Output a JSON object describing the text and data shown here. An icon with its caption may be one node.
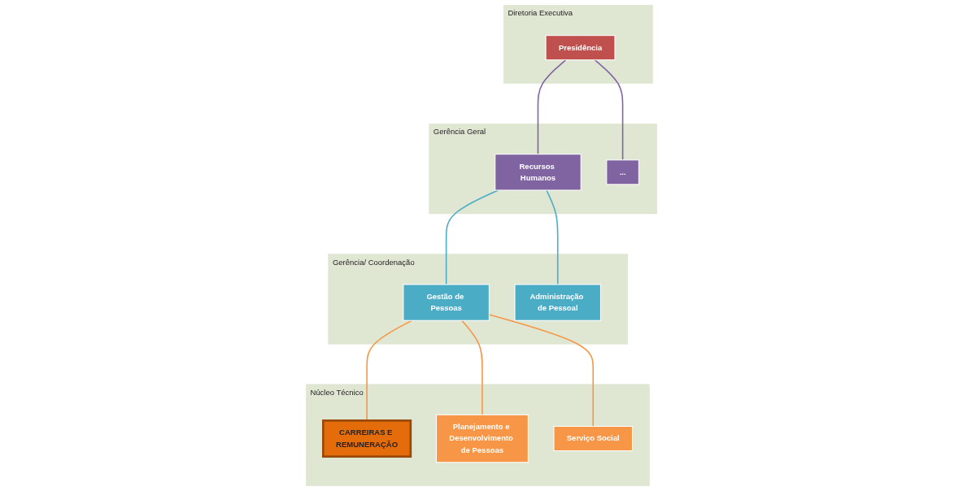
{
  "diagram": {
    "nodes": [
      {
        "text": [
          "Diretoria Executiva"
        ]
      },
      {
        "text": [
          "Presidência"
        ],
        "in": 0
      },
      {
        "text": [
          "Gerência Geral"
        ]
      },
      {
        "text": [
          "Recursos Humanos"
        ],
        "in": 2
      },
      {
        "text": [
          "..."
        ],
        "in": 2
      },
      {
        "text": [
          "Gerência/ Coordenação"
        ]
      },
      {
        "text": [
          "Gestão de Pessoas"
        ],
        "in": 5
      },
      {
        "text": [
          "Administração de Pessoal"
        ],
        "in": 5
      },
      {
        "text": [
          "Núcleo Técnico"
        ]
      },
      {
        "text": [
          "CARREIRAS E REMUNERAÇÃO"
        ],
        "in": 8
      },
      {
        "text": [
          "Planejamento e Desenvolvimento de Pessoas"
        ],
        "in": 8
      },
      {
        "text": [
          "Serviço Social"
        ],
        "in": 8
      }
    ],
    "edges": [
      {
        "from": 1,
        "to": 3,
        "arrow": "none",
        "color": "#8064a2"
      },
      {
        "from": 1,
        "to": 4,
        "arrow": "none",
        "color": "#8064a2"
      },
      {
        "from": 3,
        "to": 6,
        "arrow": "none",
        "color": "#4bacc6"
      },
      {
        "from": 3,
        "to": 7,
        "arrow": "none",
        "color": "#4bacc6"
      },
      {
        "from": 6,
        "to": 9,
        "arrow": "none"
      },
      {
        "from": 6,
        "to": 10,
        "arrow": "none"
      },
      {
        "from": 6,
        "to": 11,
        "arrow": "none"
      }
    ]
  }
}
